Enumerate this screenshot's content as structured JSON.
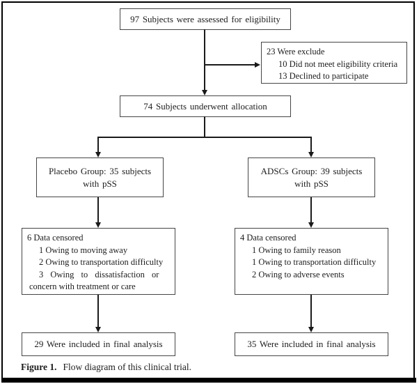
{
  "figure": {
    "caption_label": "Figure 1.",
    "caption_text": "Flow diagram of this clinical trial."
  },
  "flowchart": {
    "assessed_box": "97 Subjects were assessed for eligibility",
    "excluded_box": {
      "title": "23 Were exclude",
      "items": [
        "10 Did not meet eligibility criteria",
        "13 Declined to participate"
      ]
    },
    "allocation_box": "74 Subjects underwent allocation",
    "placebo_group_box": {
      "line1": "Placebo Group: 35 subjects",
      "line2": "with pSS"
    },
    "adscs_group_box": {
      "line1": "ADSCs Group: 39 subjects",
      "line2": "with pSS"
    },
    "placebo_censored_box": {
      "title": "6 Data censored",
      "items": [
        "1 Owing to moving away",
        "2 Owing to transportation difficulty",
        "3 Owing to dissatisfaction or",
        "concern with treatment or care"
      ]
    },
    "adscs_censored_box": {
      "title": "4 Data censored",
      "items": [
        "1 Owing to family reason",
        "1 Owing to transportation difficulty",
        "2 Owing to adverse events"
      ]
    },
    "placebo_final_box": "29 Were included in final analysis",
    "adscs_final_box": "35 Were included in final analysis"
  },
  "colors": {
    "background": "#ffffff",
    "box_border": "#454545",
    "connector": "#1a1a1a",
    "text": "#1c1c1c"
  }
}
